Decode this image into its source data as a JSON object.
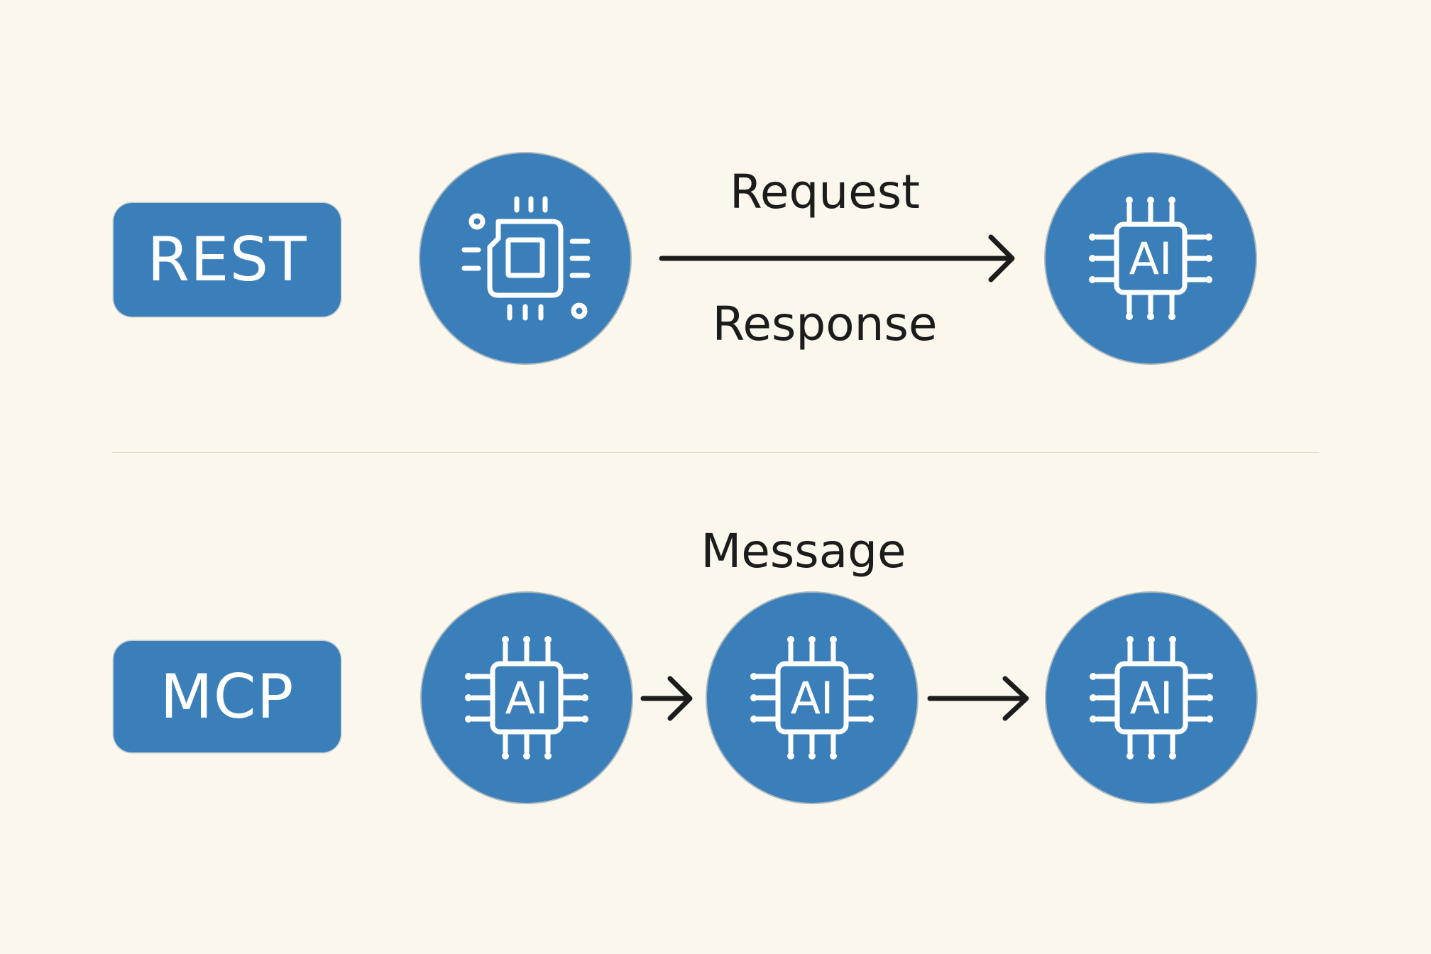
{
  "colors": {
    "background": "#fbf7ec",
    "accent_blue": "#3b7fba",
    "icon_white": "#ffffff",
    "text_dark": "#1c1c1c",
    "divider": "#e3ded0"
  },
  "rest": {
    "badge_label": "REST",
    "request_label": "Request",
    "response_label": "Response",
    "nodes": [
      {
        "icon": "chip-icon"
      },
      {
        "icon": "ai-chip-icon",
        "chip_text": "AI"
      }
    ]
  },
  "mcp": {
    "badge_label": "MCP",
    "message_label": "Message",
    "nodes": [
      {
        "icon": "ai-chip-icon",
        "chip_text": "AI"
      },
      {
        "icon": "ai-chip-icon",
        "chip_text": "AI"
      },
      {
        "icon": "ai-chip-icon",
        "chip_text": "AI"
      }
    ]
  }
}
